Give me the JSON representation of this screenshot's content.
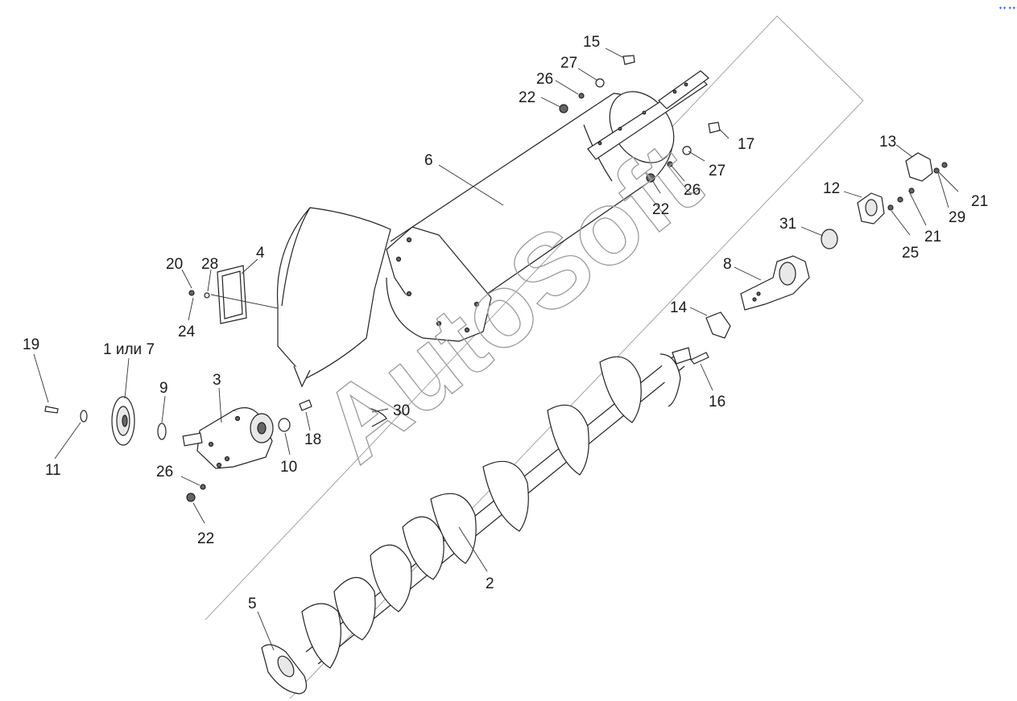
{
  "watermark": "AutoSoft",
  "corner_mark": "✦✦ ✦✦✦",
  "labels": {
    "l15": "15",
    "l27a": "27",
    "l26a": "26",
    "l22a": "22",
    "l17": "17",
    "l27b": "27",
    "l26b": "26",
    "l22b": "22",
    "l6": "6",
    "l13": "13",
    "l12": "12",
    "l21a": "21",
    "l21b": "21",
    "l29": "29",
    "l25": "25",
    "l31": "31",
    "l8": "8",
    "l14": "14",
    "l16": "16",
    "l20": "20",
    "l28": "28",
    "l4": "4",
    "l24": "24",
    "l19": "19",
    "l1or7": "1 или 7",
    "l9": "9",
    "l3": "3",
    "l11": "11",
    "l18": "18",
    "l10": "10",
    "l30": "30",
    "l26c": "26",
    "l22c": "22",
    "l5": "5",
    "l2": "2"
  }
}
